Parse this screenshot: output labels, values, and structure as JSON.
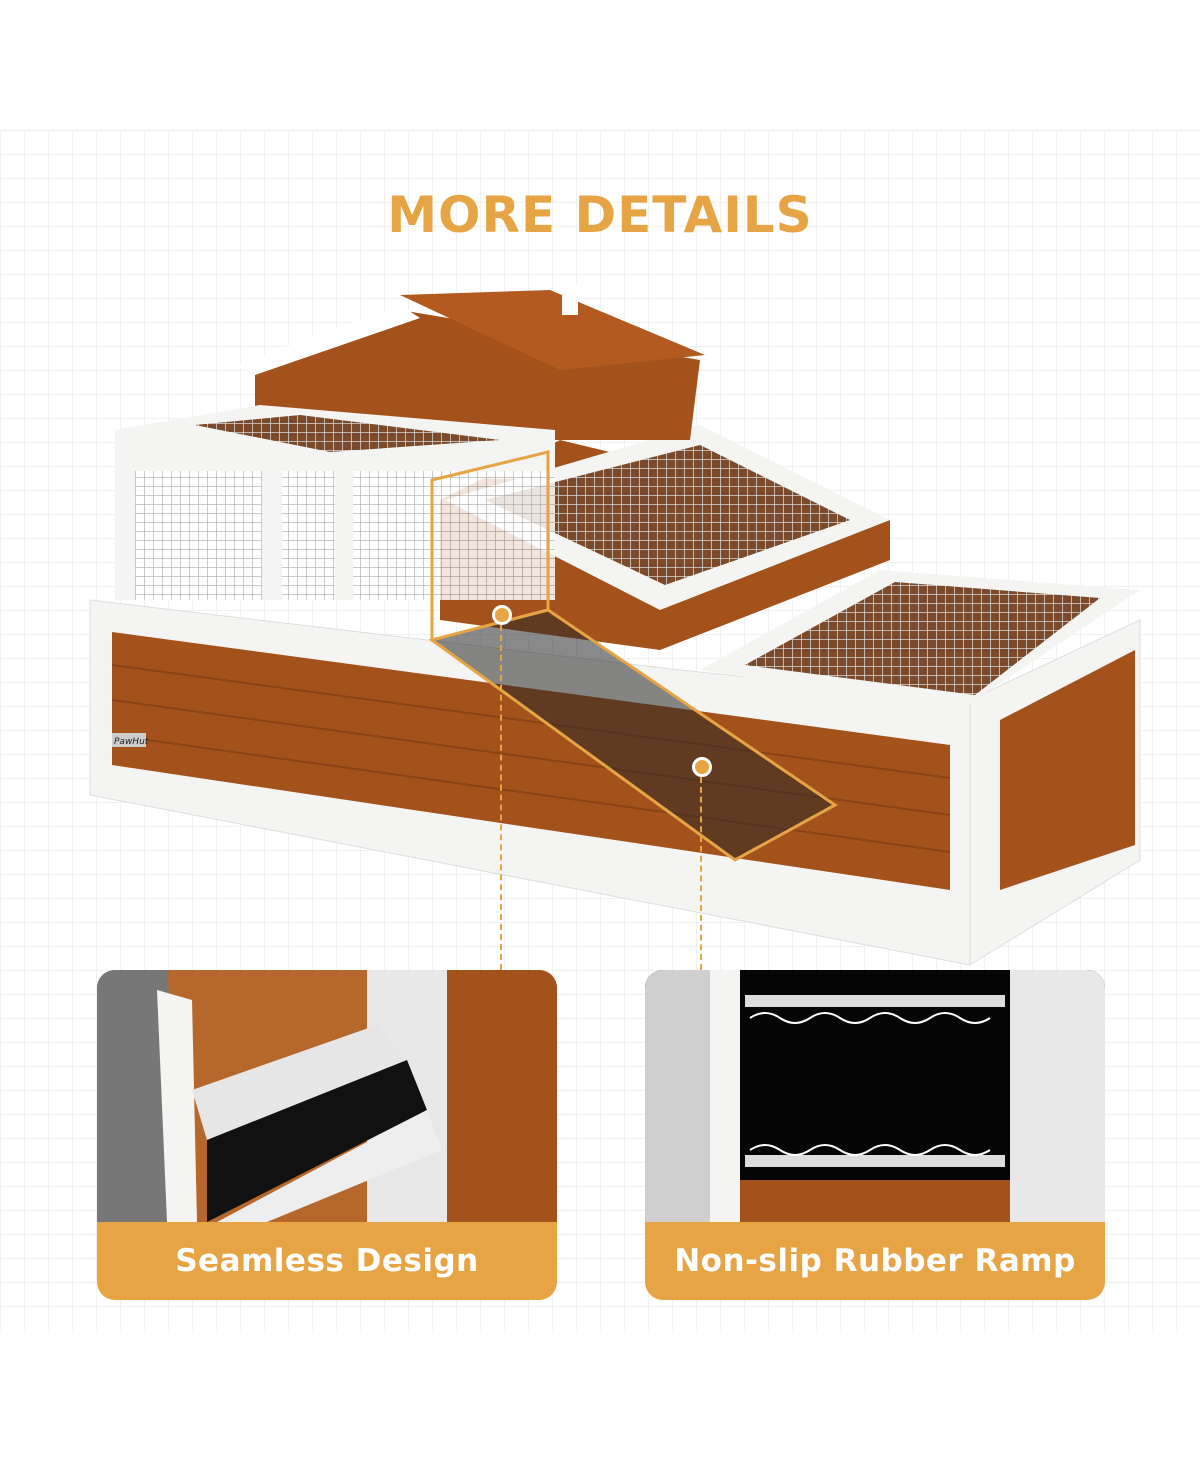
{
  "title": "MORE DETAILS",
  "brand_logo": "PawHut",
  "callouts": [
    {
      "label": "Seamless Design"
    },
    {
      "label": "Non-slip Rubber Ramp"
    }
  ],
  "colors": {
    "accent": "#e6a445",
    "wood": "#a4521c",
    "frame": "#f4f4f2"
  }
}
